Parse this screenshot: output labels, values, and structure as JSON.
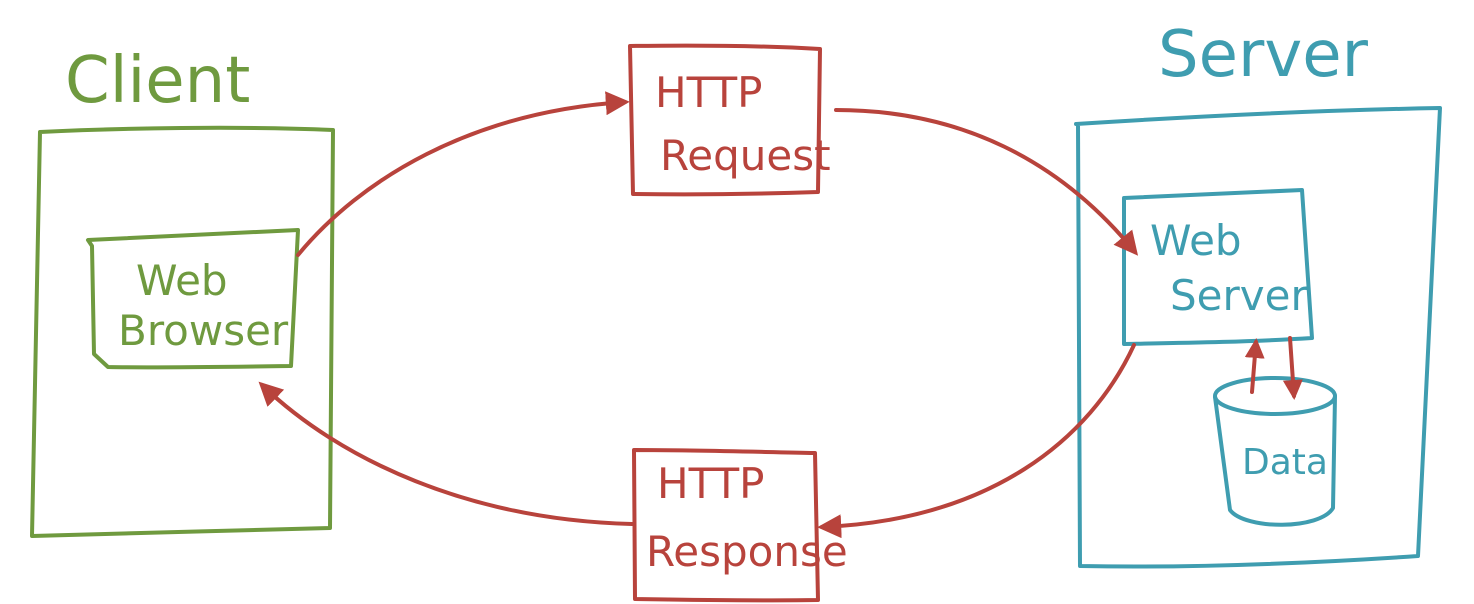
{
  "colors": {
    "client": "#6f9a3f",
    "http": "#b8433c",
    "server": "#3f9db0",
    "background": "#ffffff"
  },
  "client": {
    "title": "Client",
    "component": {
      "line1": "Web",
      "line2": "Browser"
    }
  },
  "server": {
    "title": "Server",
    "component": {
      "line1": "Web",
      "line2": "Server"
    },
    "storage": {
      "label": "Data"
    }
  },
  "messages": {
    "request": {
      "line1": "HTTP",
      "line2": "Request"
    },
    "response": {
      "line1": "HTTP",
      "line2": "Response"
    }
  },
  "edges": [
    {
      "from": "web-browser",
      "to": "http-request"
    },
    {
      "from": "http-request",
      "to": "web-server"
    },
    {
      "from": "web-server",
      "to": "http-response"
    },
    {
      "from": "http-response",
      "to": "web-browser"
    },
    {
      "from": "web-server",
      "to": "data"
    },
    {
      "from": "data",
      "to": "web-server"
    }
  ]
}
